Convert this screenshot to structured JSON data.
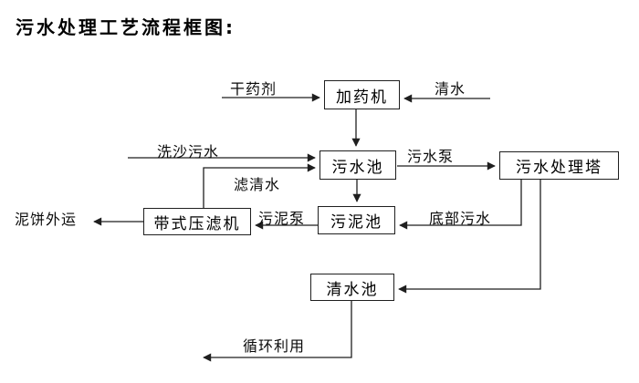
{
  "title": "污水处理工艺流程框图:",
  "nodes": {
    "dosing_machine": {
      "label": "加药机"
    },
    "sewage_pool": {
      "label": "污水池"
    },
    "treatment_tower": {
      "label": "污水处理塔"
    },
    "sludge_pool": {
      "label": "污泥池"
    },
    "belt_filter_press": {
      "label": "带式压滤机"
    },
    "clear_water_pool": {
      "label": "清水池"
    }
  },
  "edge_labels": {
    "dry_agent": "干药剂",
    "clear_water": "清水",
    "sand_washing": "洗沙污水",
    "sewage_pump": "污水泵",
    "filtered_water": "滤清水",
    "sludge_pump": "污泥泵",
    "bottom_sewage": "底部污水",
    "mud_cake_out": "泥饼外运",
    "recycle": "循环利用"
  },
  "edges": [
    {
      "label": "干药剂",
      "from": "outside",
      "to": "dosing_machine"
    },
    {
      "label": "清水",
      "from": "outside",
      "to": "dosing_machine"
    },
    {
      "label": "",
      "from": "dosing_machine",
      "to": "sewage_pool"
    },
    {
      "label": "洗沙污水",
      "from": "outside",
      "to": "sewage_pool"
    },
    {
      "label": "滤清水",
      "from": "belt_filter_press",
      "to": "sewage_pool"
    },
    {
      "label": "污水泵",
      "from": "sewage_pool",
      "to": "treatment_tower"
    },
    {
      "label": "",
      "from": "sewage_pool",
      "to": "sludge_pool"
    },
    {
      "label": "底部污水",
      "from": "treatment_tower",
      "to": "sludge_pool"
    },
    {
      "label": "污泥泵",
      "from": "sludge_pool",
      "to": "belt_filter_press"
    },
    {
      "label": "泥饼外运",
      "from": "belt_filter_press",
      "to": "outside"
    },
    {
      "label": "",
      "from": "treatment_tower",
      "to": "clear_water_pool"
    },
    {
      "label": "循环利用",
      "from": "clear_water_pool",
      "to": "outside"
    }
  ],
  "colors": {
    "background": "#ffffff",
    "line": "#1f1f1f",
    "text": "#000000",
    "box_border": "#1f1f1f"
  }
}
